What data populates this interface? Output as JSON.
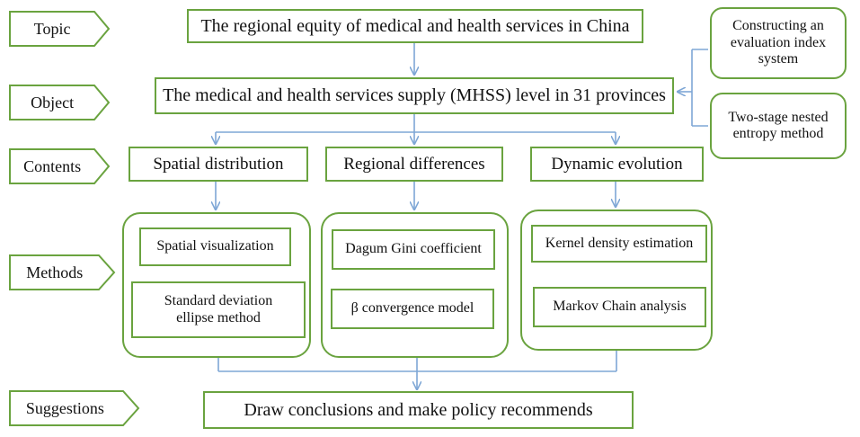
{
  "rows": {
    "topic": "Topic",
    "object": "Object",
    "contents": "Contents",
    "methods": "Methods",
    "suggestions": "Suggestions"
  },
  "topic_box": "The regional equity of medical and health services in China",
  "object_box": "The medical and health services supply (MHSS) level in 31 provinces",
  "side_boxes": {
    "index_system": "Constructing an evaluation index system",
    "entropy": "Two-stage nested entropy method"
  },
  "contents_boxes": {
    "spatial": "Spatial distribution",
    "regional": "Regional differences",
    "dynamic": "Dynamic evolution"
  },
  "methods_boxes": {
    "spatial_visualization": "Spatial visualization",
    "sde": "Standard deviation ellipse method",
    "dagum": "Dagum Gini coefficient",
    "beta": "β convergence model",
    "kernel": "Kernel density estimation",
    "markov": "Markov Chain analysis"
  },
  "suggestion_box": "Draw conclusions and make policy recommends",
  "colors": {
    "border": "#6aa33f",
    "arrow": "#7fa7d6"
  }
}
